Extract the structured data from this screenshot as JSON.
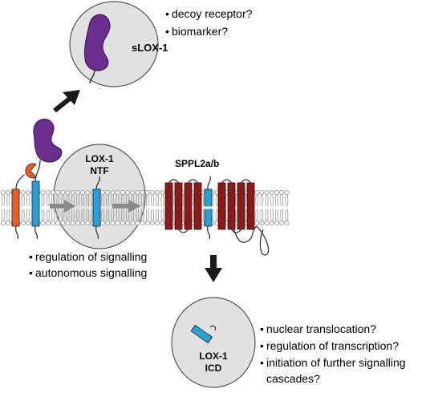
{
  "labels": {
    "slox1": "sLOX-1",
    "lox1_ntf_line1": "LOX-1",
    "lox1_ntf_line2": "NTF",
    "sppl2": "SPPL2a/b",
    "lox1_icd_line1": "LOX-1",
    "lox1_icd_line2": "ICD"
  },
  "bullets": {
    "slox1": [
      "decoy receptor?",
      "biomarker?"
    ],
    "ntf": [
      "regulation of signalling",
      "autonomous signalling"
    ],
    "icd": [
      "nuclear translocation?",
      "regulation of transcription?",
      "initiation of further signalling",
      "cascades?"
    ]
  },
  "colors": {
    "cell_fill": "#e2e2e2",
    "cell_stroke": "#555555",
    "lox1_blue": "#2b9fd6",
    "ligand_purple": "#6b2d8e",
    "receptor_orange": "#e85d26",
    "sppl2_red": "#8b1a1a",
    "lipid": "#9a9a9a",
    "arrow_dark": "#1a1a1a",
    "arrow_gray": "#8a8a8a"
  }
}
